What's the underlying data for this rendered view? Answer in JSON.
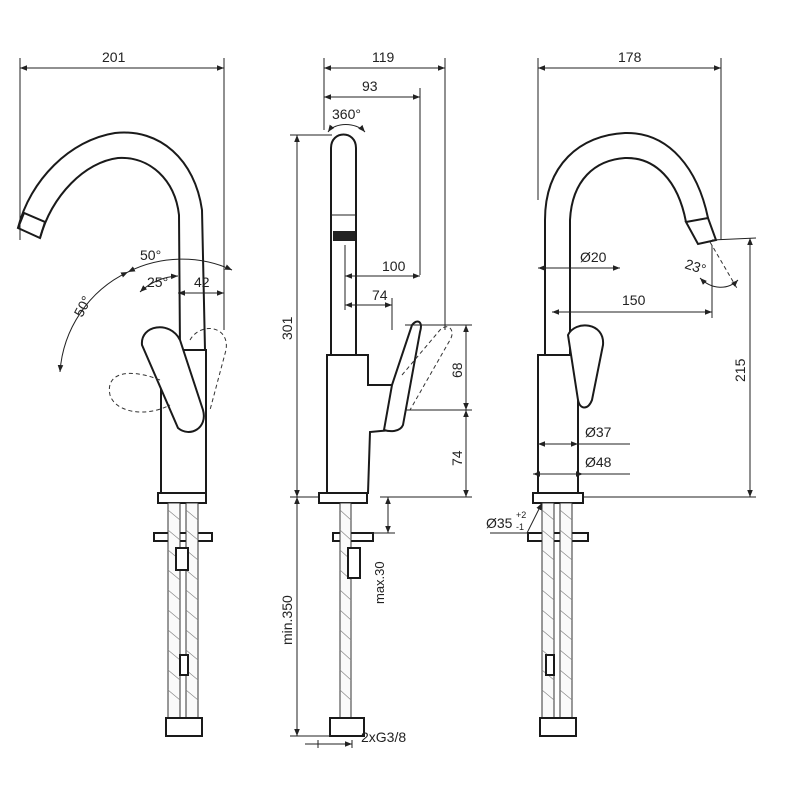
{
  "views": {
    "front": {
      "width": "201",
      "angle_upper": "50°",
      "angle_side": "50°",
      "angle_inner": "25°",
      "lever_offset": "42"
    },
    "side": {
      "width": "119",
      "spout_reach": "93",
      "rotation": "360°",
      "reach_100": "100",
      "reach_74": "74",
      "height": "301",
      "lever_height": "68",
      "body_height": "74",
      "install_max": "max.30",
      "hose_min": "min.350",
      "connection": "2xG3/8"
    },
    "rear": {
      "width": "178",
      "spout_diameter": "Ø20",
      "spout_angle": "23°",
      "outlet_reach": "150",
      "outlet_height": "215",
      "body_diameter": "Ø37",
      "base_diameter": "Ø48",
      "hole_diameter": "Ø35",
      "hole_tol_upper": "+2",
      "hole_tol_lower": "-1"
    }
  }
}
